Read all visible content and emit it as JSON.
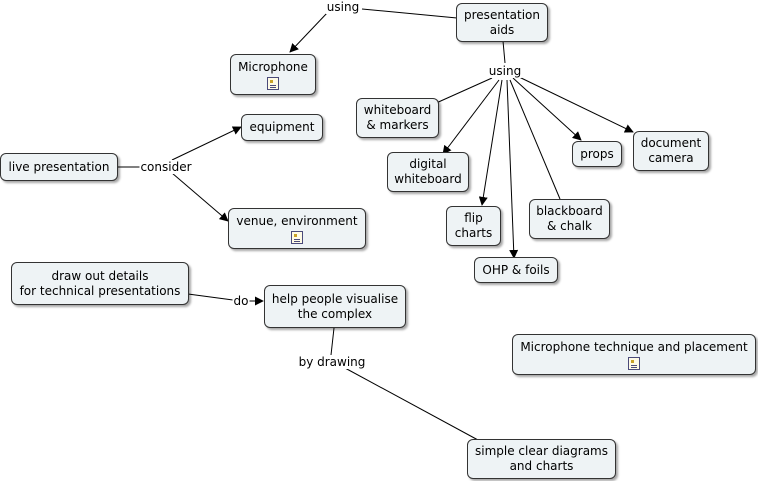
{
  "concepts": {
    "presentation_aids": "presentation\naids",
    "microphone": "Microphone",
    "whiteboard_markers": "whiteboard\n& markers",
    "digital_whiteboard": "digital\nwhiteboard",
    "flip_charts": "flip\ncharts",
    "ohp_foils": "OHP & foils",
    "blackboard_chalk": "blackboard\n& chalk",
    "props": "props",
    "document_camera": "document\ncamera",
    "live_presentation": "live presentation",
    "equipment": "equipment",
    "venue_environment": "venue, environment",
    "draw_out_details": "draw out details\nfor technical presentations",
    "help_visualise": "help people visualise\nthe complex",
    "simple_diagrams": "simple clear diagrams\nand charts",
    "mic_technique": "Microphone technique and placement"
  },
  "linking_phrases": {
    "using_top": "using",
    "using_aids": "using",
    "consider": "consider",
    "do": "do",
    "by_drawing": "by drawing"
  },
  "icons": {
    "resource": "document-icon"
  },
  "colors": {
    "node_fill": "#eef3f5",
    "node_border": "#333333",
    "link": "#000000"
  }
}
